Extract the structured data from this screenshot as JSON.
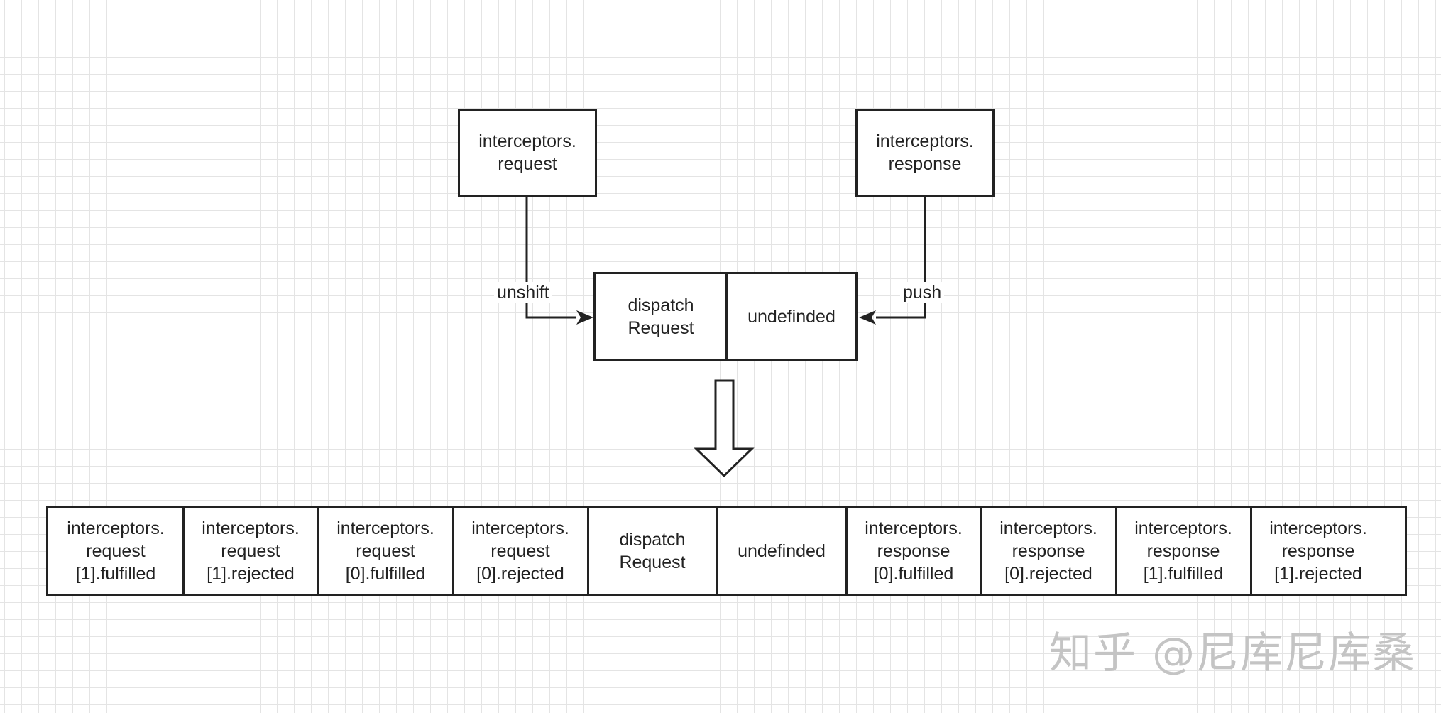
{
  "top_boxes": {
    "request": {
      "lines": [
        "interceptors.",
        "request"
      ]
    },
    "response": {
      "lines": [
        "interceptors.",
        "response"
      ]
    }
  },
  "edge_labels": {
    "unshift": "unshift",
    "push": "push"
  },
  "middle_chain": [
    {
      "lines": [
        "dispatch",
        "Request"
      ]
    },
    {
      "lines": [
        "undefinded"
      ]
    }
  ],
  "result_chain": [
    {
      "lines": [
        "interceptors.",
        "request",
        "[1].fulfilled"
      ]
    },
    {
      "lines": [
        "interceptors.",
        "request",
        "[1].rejected"
      ]
    },
    {
      "lines": [
        "interceptors.",
        "request",
        "[0].fulfilled"
      ]
    },
    {
      "lines": [
        "interceptors.",
        "request",
        "[0].rejected"
      ]
    },
    {
      "lines": [
        "dispatch",
        "Request"
      ]
    },
    {
      "lines": [
        "undefinded"
      ]
    },
    {
      "lines": [
        "interceptors.",
        "response",
        "[0].fulfilled"
      ]
    },
    {
      "lines": [
        "interceptors.",
        "response",
        "[0].rejected"
      ]
    },
    {
      "lines": [
        "interceptors.",
        "response",
        "[1].fulfilled"
      ]
    },
    {
      "lines": [
        "interceptors.",
        "response",
        "[1].rejected"
      ]
    }
  ],
  "watermark": "知乎 @尼库尼库桑",
  "colors": {
    "stroke": "#222222",
    "grid": "#e4e4e4",
    "watermark": "#c4c4c4",
    "background": "#ffffff"
  }
}
